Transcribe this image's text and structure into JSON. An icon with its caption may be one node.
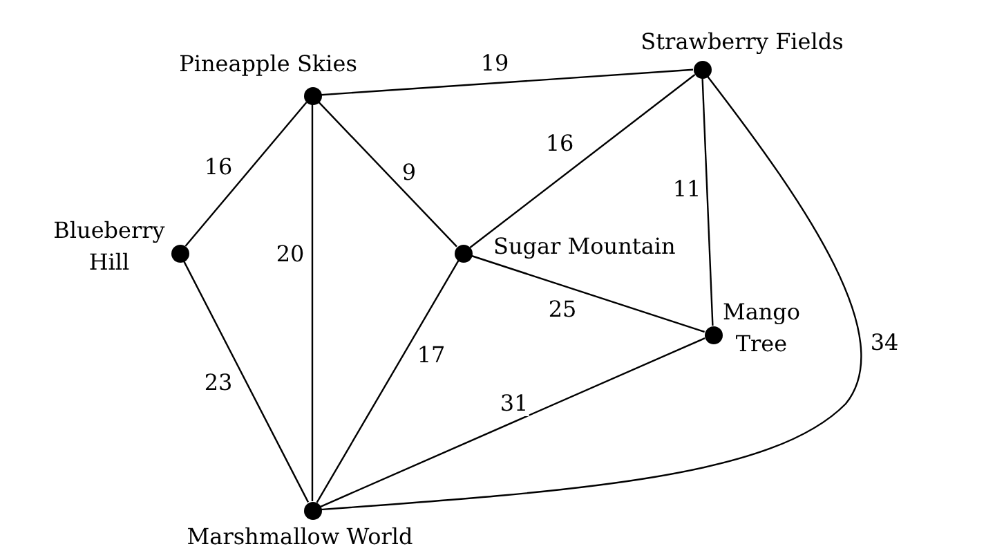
{
  "diagram": {
    "nodes": [
      {
        "text": [],
        "shape": "circle",
        "beside": [
          "Pineapple Skies"
        ]
      },
      {
        "text": [],
        "shape": "circle",
        "beside": [
          "Strawberry Fields"
        ]
      },
      {
        "text": [],
        "shape": "circle",
        "beside": [
          "Blueberry Hill"
        ]
      },
      {
        "text": [],
        "shape": "circle",
        "beside": [
          "Sugar Mountain"
        ]
      },
      {
        "text": [],
        "shape": "circle",
        "beside": [
          "Mango Tree"
        ]
      },
      {
        "text": [],
        "shape": "circle",
        "beside": [
          "Marshmallow World"
        ]
      }
    ],
    "edges": [
      {
        "from": 0,
        "to": 1,
        "arrow": "none",
        "label": "19"
      },
      {
        "from": 0,
        "to": 2,
        "arrow": "none",
        "label": "16"
      },
      {
        "from": 0,
        "to": 3,
        "arrow": "none",
        "label": "9"
      },
      {
        "from": 0,
        "to": 5,
        "arrow": "none",
        "label": "20"
      },
      {
        "from": 1,
        "to": 3,
        "arrow": "none",
        "label": "16"
      },
      {
        "from": 1,
        "to": 4,
        "arrow": "none",
        "label": "11"
      },
      {
        "from": 1,
        "to": 5,
        "arrow": "none",
        "label": "34"
      },
      {
        "from": 2,
        "to": 5,
        "arrow": "none",
        "label": "23"
      },
      {
        "from": 3,
        "to": 4,
        "arrow": "none",
        "label": "25"
      },
      {
        "from": 3,
        "to": 5,
        "arrow": "none",
        "label": "17"
      },
      {
        "from": 4,
        "to": 5,
        "arrow": "none",
        "label": "31"
      }
    ]
  }
}
